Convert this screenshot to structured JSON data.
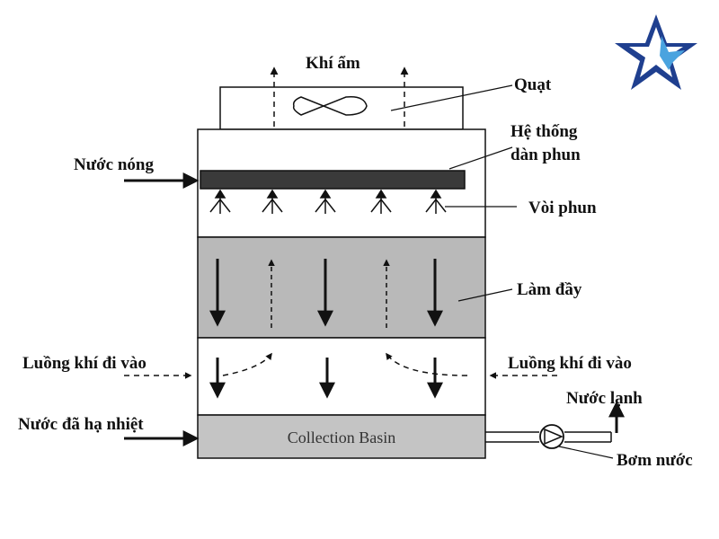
{
  "labels": {
    "moist_air": "Khí ẩm",
    "fan": "Quạt",
    "spray_system_line1": "Hệ thống",
    "spray_system_line2": "dàn phun",
    "hot_water": "Nước nóng",
    "nozzles": "Vòi phun",
    "fill": "Làm đầy",
    "air_in_left": "Luồng khí đi vào",
    "air_in_right": "Luồng khí đi vào",
    "cold_water": "Nước lạnh",
    "cooled_water": "Nước đã hạ nhiệt",
    "basin": "Collection Basin",
    "pump": "Bơm nước"
  },
  "colors": {
    "line": "#111111",
    "fill_zone": "#b9b9b9",
    "spray_bar": "#3a3a3a",
    "basin": "#c4c4c4",
    "logo_dark": "#1f3f8f",
    "logo_light": "#4aa3df"
  },
  "logo": {
    "icon": "star-logo-icon"
  }
}
